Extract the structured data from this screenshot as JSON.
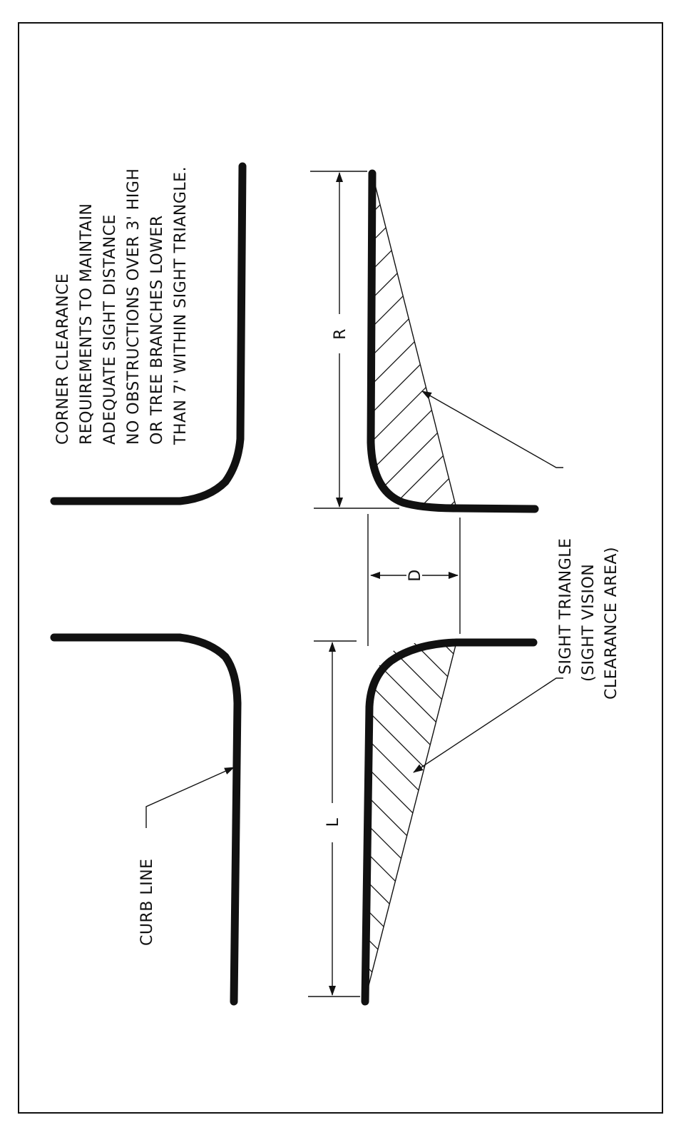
{
  "notes": [
    "CORNER CLEARANCE",
    "REQUIREMENTS TO MAINTAIN",
    "ADEQUATE SIGHT DISTANCE",
    "NO OBSTRUCTIONS OVER 3' HIGH",
    "OR TREE BRANCHES LOWER",
    "THAN 7' WITHIN SIGHT TRIANGLE."
  ],
  "labels": {
    "curb_line": "CURB LINE",
    "sight_triangle": [
      "SIGHT TRIANGLE",
      "(SIGHT VISION",
      "CLEARANCE AREA)"
    ],
    "dim_r": "R",
    "dim_d": "D",
    "dim_l": "L"
  }
}
